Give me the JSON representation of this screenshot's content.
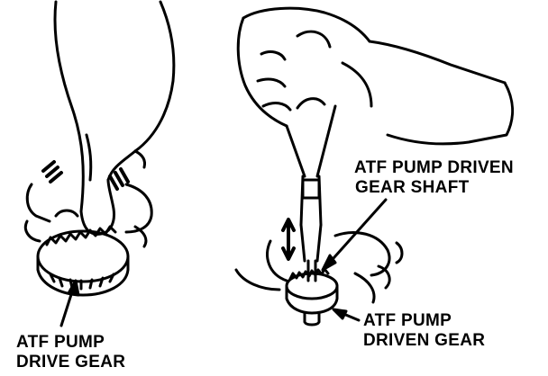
{
  "labels": {
    "drive_gear": {
      "line1": "ATF PUMP",
      "line2": "DRIVE GEAR"
    },
    "driven_gear_shaft": {
      "line1": "ATF PUMP DRIVEN",
      "line2": "GEAR SHAFT"
    },
    "driven_gear": {
      "line1": "ATF PUMP",
      "line2": "DRIVEN GEAR"
    }
  },
  "colors": {
    "ink": "#000000",
    "paper": "#ffffff"
  }
}
